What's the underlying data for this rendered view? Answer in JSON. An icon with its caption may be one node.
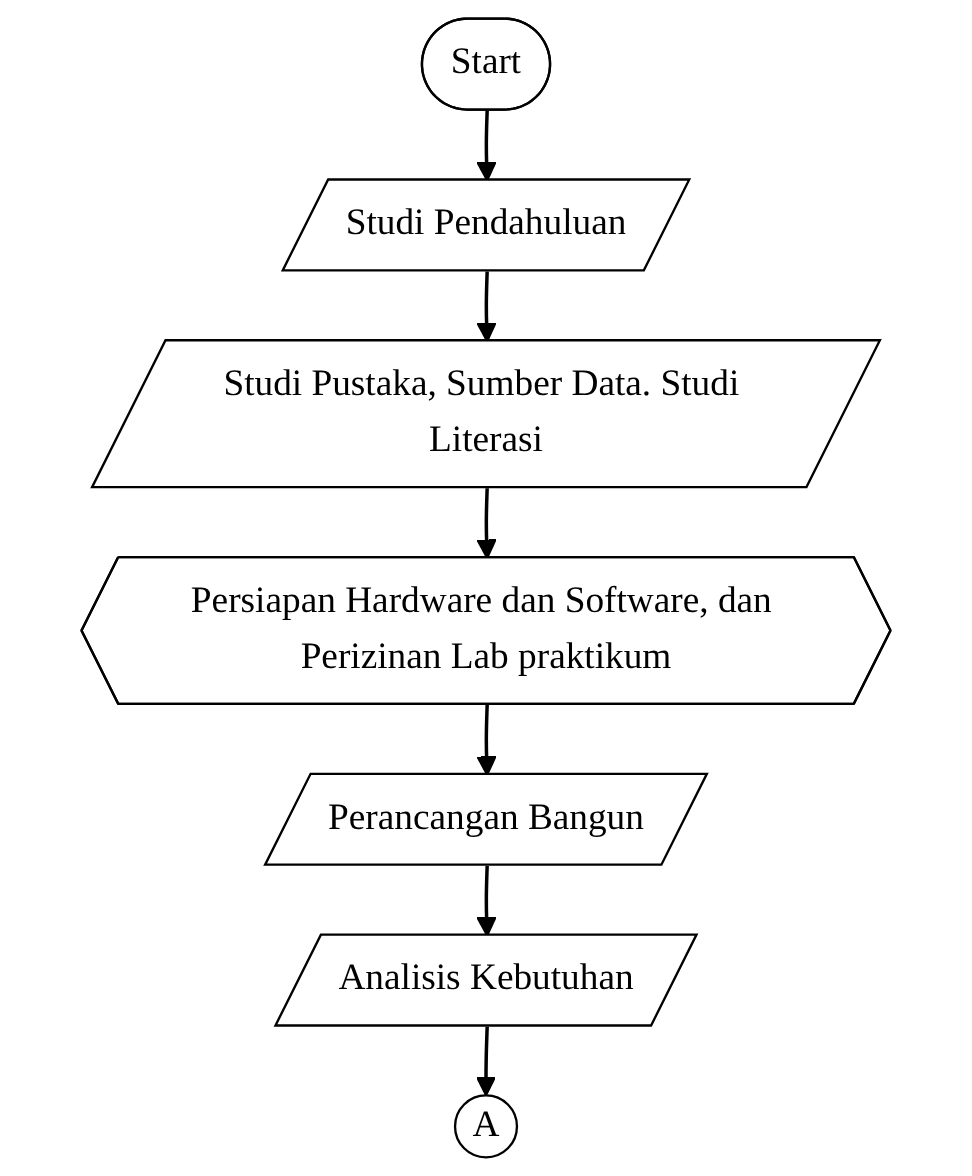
{
  "diagram": {
    "nodes": [
      {
        "text": [
          "Start"
        ]
      },
      {
        "text": [
          "Studi Pendahuluan"
        ]
      },
      {
        "text": [
          "Studi Pustaka, Sumber Data. Studi Literasi"
        ]
      },
      {
        "text": [
          "Persiapan Hardware dan Software, dan Perizinan Lab praktikum"
        ]
      },
      {
        "text": [
          "Perancangan Bangun"
        ]
      },
      {
        "text": [
          "Analisis Kebutuhan"
        ]
      },
      {
        "text": [
          "A"
        ]
      }
    ],
    "edges": [
      {
        "from": 0,
        "to": 1,
        "arrow": "to"
      },
      {
        "from": 1,
        "to": 2,
        "arrow": "to"
      },
      {
        "from": 2,
        "to": 3,
        "arrow": "to"
      },
      {
        "from": 3,
        "to": 4,
        "arrow": "to"
      },
      {
        "from": 4,
        "to": 5,
        "arrow": "to"
      },
      {
        "from": 5,
        "to": 6,
        "arrow": "to"
      }
    ]
  }
}
